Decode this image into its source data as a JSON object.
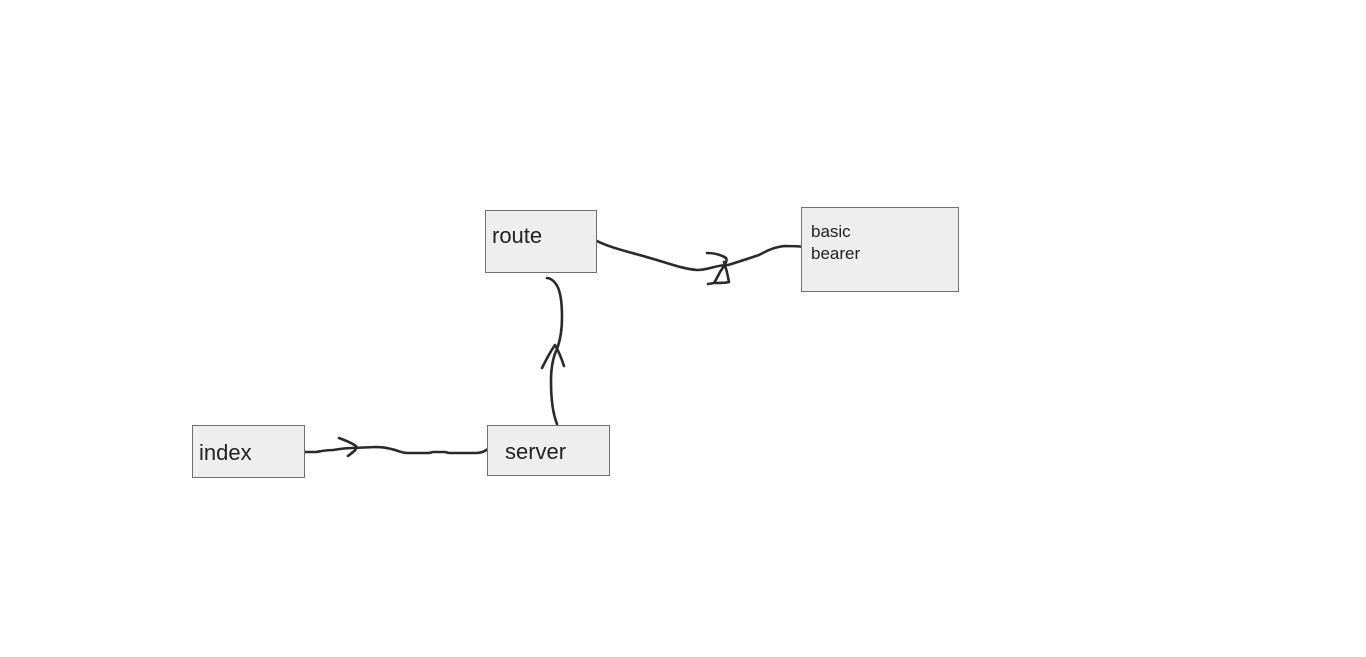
{
  "diagram": {
    "nodes": {
      "index": {
        "label": "index"
      },
      "server": {
        "label": "server"
      },
      "route": {
        "label": "route"
      },
      "auth": {
        "lines": [
          "basic",
          "bearer"
        ]
      }
    },
    "edges": [
      {
        "from": "index",
        "to": "server",
        "arrowhead": "open"
      },
      {
        "from": "server",
        "to": "route",
        "arrowhead": "open"
      },
      {
        "from": "route",
        "to": "auth",
        "arrowhead": "open"
      }
    ],
    "colors": {
      "box_fill": "#eeeeee",
      "box_border": "#6f6f6f",
      "stroke": "#2a2a2a",
      "text": "#222222"
    }
  }
}
